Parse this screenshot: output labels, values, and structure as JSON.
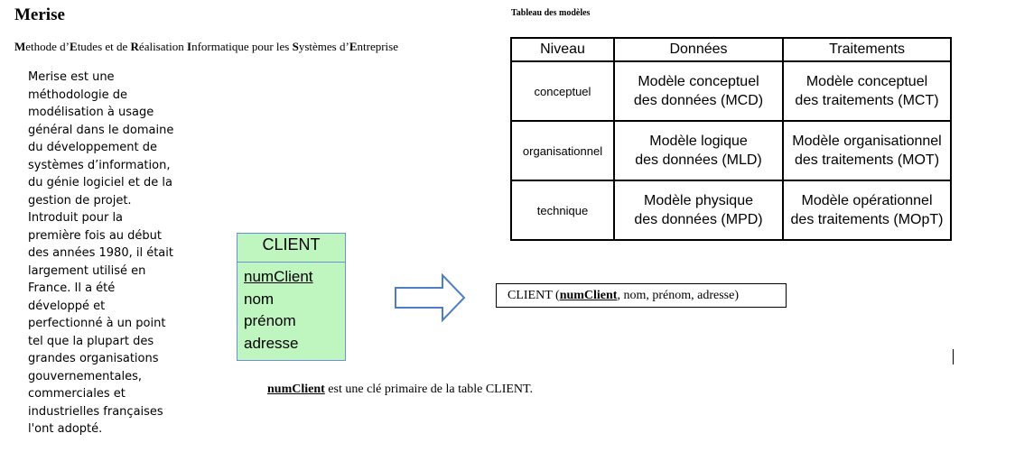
{
  "title": "Merise",
  "subtitle": [
    {
      "bold": "M",
      "rest": "ethode d’"
    },
    {
      "bold": "E",
      "rest": "tudes et de "
    },
    {
      "bold": "R",
      "rest": "éalisation "
    },
    {
      "bold": "I",
      "rest": "nformatique pour les "
    },
    {
      "bold": "S",
      "rest": "ystèmes d’"
    },
    {
      "bold": "E",
      "rest": "ntreprise"
    }
  ],
  "description_lines": [
    "Merise est une",
    "méthodologie de",
    "modélisation à usage",
    "général dans le domaine",
    "du développement de",
    "systèmes d’information,",
    "du génie logiciel et de la",
    "gestion de projet.",
    "Introduit pour la",
    "première fois au début",
    "des années 1980, il était",
    "largement utilisé en",
    "France. Il a été",
    "développé et",
    "perfectionné à un point",
    "tel que la plupart des",
    "grandes organisations",
    "gouvernementales,",
    "commerciales et",
    "industrielles françaises",
    "l'ont adopté."
  ],
  "entity": {
    "name": "CLIENT",
    "attributes": [
      "numClient",
      "nom",
      "prénom",
      "adresse"
    ]
  },
  "relation": {
    "prefix": "CLIENT (",
    "key": "numClient",
    "suffix": ", nom, prénom, adresse)"
  },
  "pk_note": {
    "key": "numClient",
    "text": " est une clé primaire de la table CLIENT."
  },
  "models_table": {
    "caption": "Tableau des modèles",
    "headers": [
      "Niveau",
      "Données",
      "Traitements"
    ],
    "rows": [
      {
        "niveau": "conceptuel",
        "donnees": [
          "Modèle conceptuel",
          "des données (MCD)"
        ],
        "traitements": [
          "Modèle conceptuel",
          "des traitements (MCT)"
        ]
      },
      {
        "niveau": "organisationnel",
        "donnees": [
          "Modèle logique",
          "des données (MLD)"
        ],
        "traitements": [
          "Modèle organisationnel",
          "des traitements (MOT)"
        ]
      },
      {
        "niveau": "technique",
        "donnees": [
          "Modèle physique",
          "des données (MPD)"
        ],
        "traitements": [
          "Modèle opérationnel",
          "des traitements (MOpT)"
        ]
      }
    ]
  },
  "colors": {
    "entity_fill": "#bff5bf",
    "entity_border": "#6e8fd6",
    "arrow_stroke": "#4f7ec5"
  }
}
